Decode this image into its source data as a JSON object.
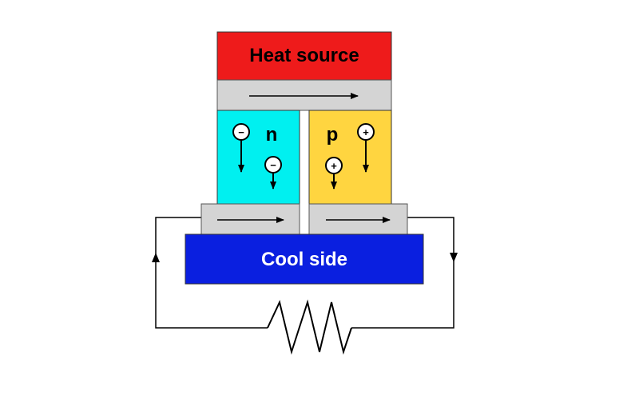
{
  "diagram": {
    "heat_source_label": "Heat source",
    "cool_side_label": "Cool side",
    "n_label": "n",
    "p_label": "p",
    "electron_sign": "−",
    "hole_sign": "+",
    "colors": {
      "heat_source": "#ee1b1b",
      "conductor": "#d4d4d4",
      "n_type": "#00f0f0",
      "p_type": "#ffd540",
      "cool_side": "#0a1fe0"
    }
  }
}
